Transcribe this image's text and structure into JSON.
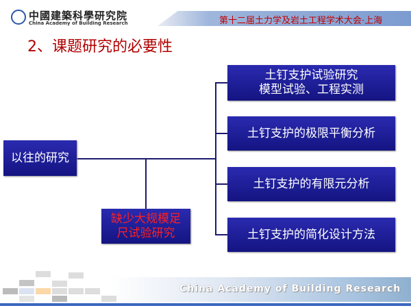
{
  "header": {
    "logo_cn": "中國建築科學研究院",
    "logo_en": "China Academy of Building Research",
    "conference": "第十二届土力学及岩土工程学术大会·上海"
  },
  "title": "2、课题研究的必要性",
  "diagram": {
    "root": "以往的研究",
    "gap": [
      "缺少大规模足",
      "尺试验研究"
    ],
    "branches": [
      [
        "土钉支护试验研究",
        "模型试验、工程实测"
      ],
      [
        "土钉支护的极限平衡分析"
      ],
      [
        "土钉支护的有限元分析"
      ],
      [
        "土钉支护的简化设计方法"
      ]
    ]
  },
  "footer": {
    "text": "China Academy of Building Research"
  },
  "colors": {
    "box": "#1a1a8c",
    "title": "#b00000",
    "gap_text": "#ff2020"
  }
}
